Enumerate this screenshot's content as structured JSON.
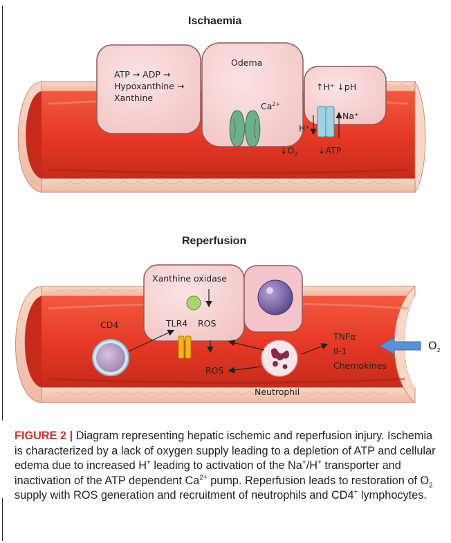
{
  "ischaemia": {
    "title": "Ischaemia",
    "cell1_line1": "ATP → ADP →",
    "cell1_line2": "Hypoxanthine →",
    "cell1_line3": "Xanthine",
    "odema": "Odema",
    "ca": "Ca",
    "ca_sup": "2+",
    "ph": "↑H⁺ ↓pH",
    "h": "H⁺",
    "na": "Na⁺",
    "o2": "↓O",
    "o2_sub": "2",
    "atp": "↓ATP"
  },
  "reperfusion": {
    "title": "Reperfusion",
    "xanthine_oxidase": "Xanthine oxidase",
    "ros_cell": "ROS",
    "tlr4": "TLR4",
    "cd4": "CD4",
    "tnf": "TNFα",
    "il1": "Il-1",
    "chemokines": "Chemokines",
    "ros_low": "ROS",
    "neutrophil": "Neutrophil",
    "o2": "O",
    "o2_sub": "2"
  },
  "caption": {
    "label": "FIGURE 2 |",
    "p1": " Diagram representing hepatic ischemic and reperfusion injury. Ischemia is characterized by a lack of oxygen supply leading to a depletion of ATP and cellular edema due to increased H",
    "sup1": "+",
    "p2": " leading to activation of the Na",
    "sup2": "+",
    "p3": "/H",
    "sup3": "+",
    "p4": " transporter and inactivation of the ATP dependent Ca",
    "sup4": "2+",
    "p5": " pump. Reperfusion leads to restoration of O",
    "sub5": "2",
    "p6": " supply with ROS generation and recruitment of neutrophils and CD4",
    "sup6": "+",
    "p7": " lymphocytes."
  },
  "colors": {
    "blood": "#e8452f",
    "blood_dark": "#c4281c",
    "wall": "#f6c9b8",
    "cell": "#f7d3d3",
    "cell_border": "#8c5a5a",
    "channel_green": "#6fae8c",
    "channel_blue": "#9fd3e3",
    "tlr4": "#f2b51c",
    "arrow_blue": "#5b8fd6",
    "caption_label": "#c0392b"
  }
}
